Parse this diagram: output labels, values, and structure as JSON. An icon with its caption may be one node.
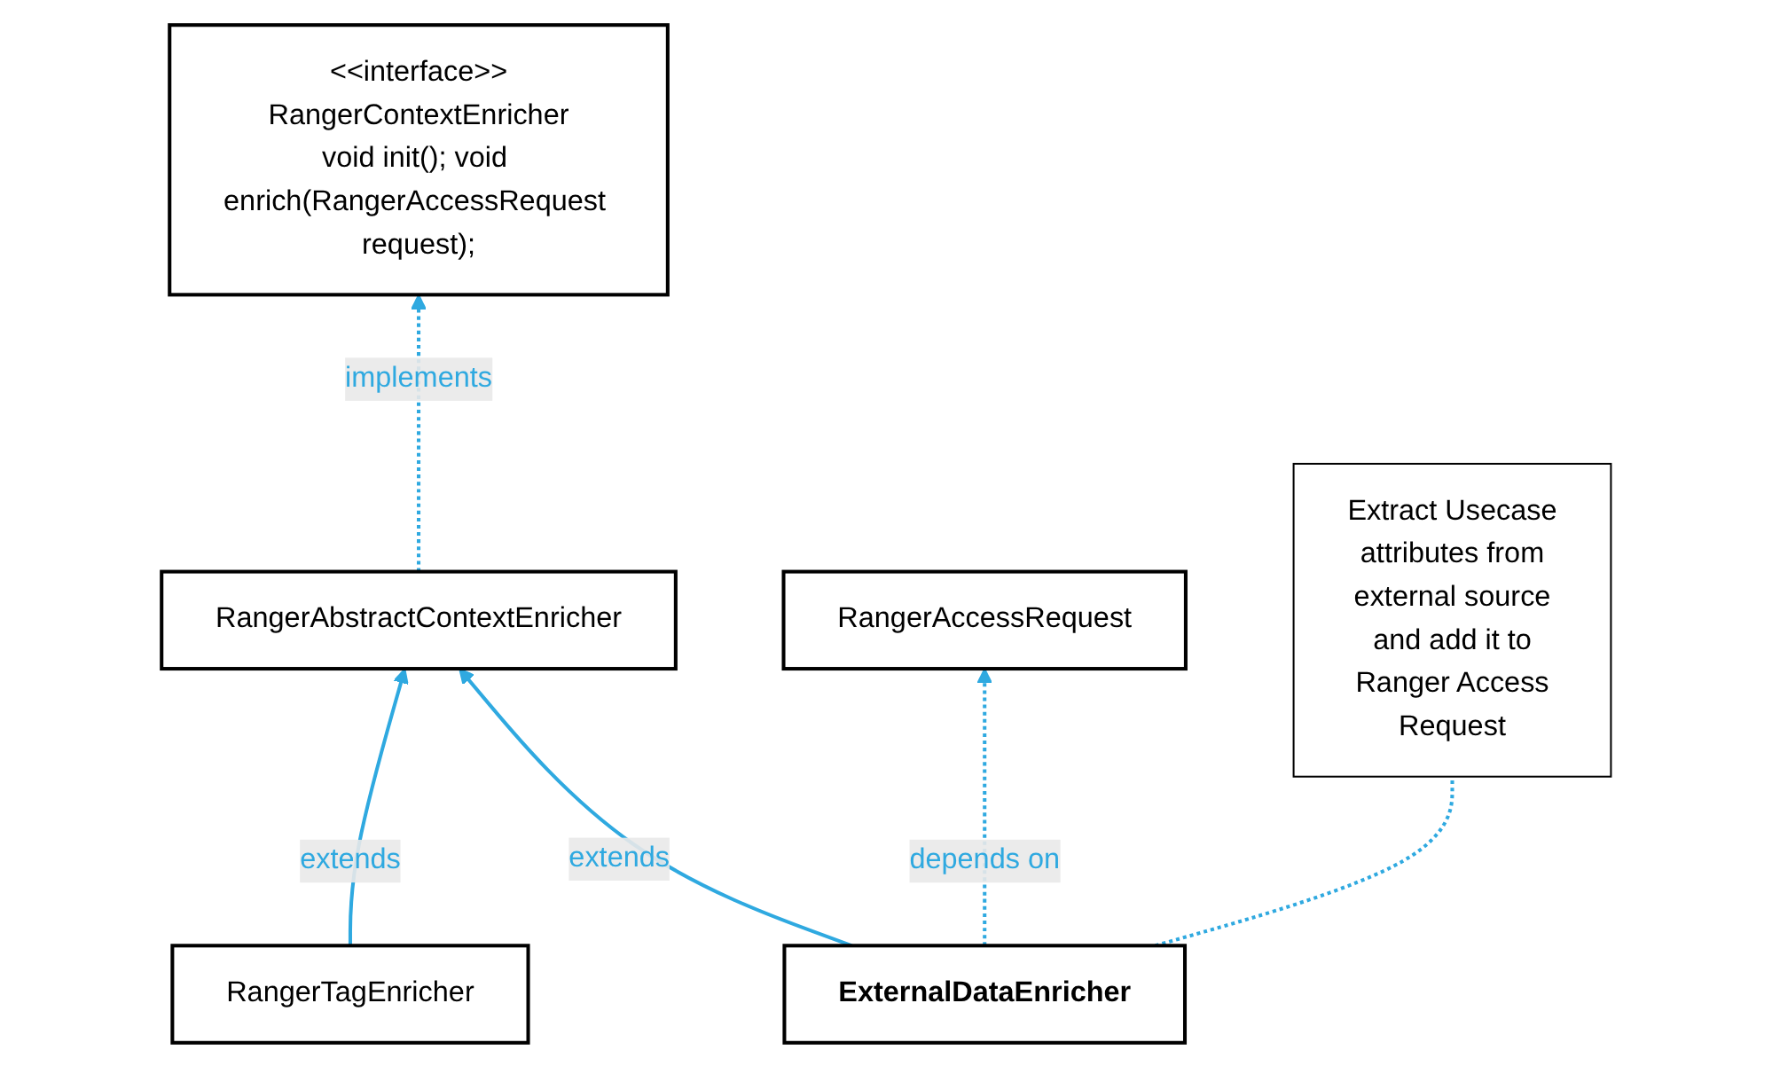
{
  "diagram": {
    "nodes": [
      {
        "text": [
          "<<interface>>",
          "RangerContextEnricher",
          "void init(); void enrich(RangerAccessRequest request);"
        ]
      },
      {
        "text": [
          "RangerAccessRequest"
        ]
      },
      {
        "text": [
          "RangerAbstractContextEnricher"
        ]
      },
      {
        "text": [
          "RangerTagEnricher"
        ]
      },
      {
        "text": [
          "ExternalDataEnricher"
        ]
      },
      {
        "text": [
          "Extract Usecase attributes from external source and add it to Ranger Access Request"
        ]
      }
    ],
    "edges": [
      {
        "from": 2,
        "to": 0,
        "arrow": "to",
        "label": "implements",
        "style": "dashed"
      },
      {
        "from": 3,
        "to": 2,
        "arrow": "to",
        "label": "extends"
      },
      {
        "from": 4,
        "to": 2,
        "arrow": "to",
        "label": "extends"
      },
      {
        "from": 4,
        "to": 1,
        "arrow": "to",
        "label": "depends on",
        "style": "dashed"
      },
      {
        "from": 4,
        "to": 5,
        "arrow": "none",
        "style": "dashed"
      }
    ]
  }
}
